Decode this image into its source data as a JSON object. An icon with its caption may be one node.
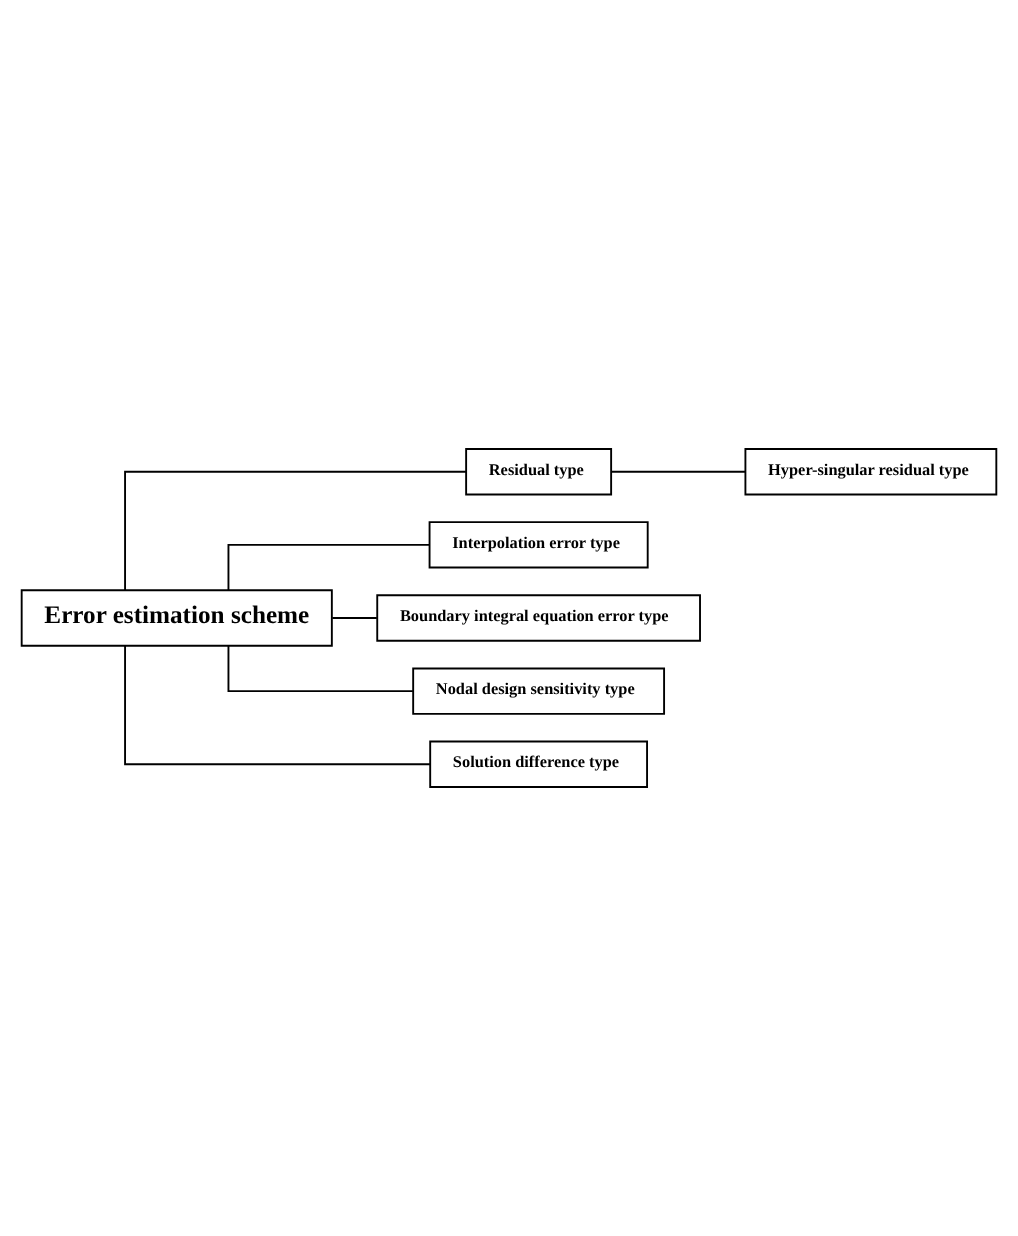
{
  "diagram": {
    "nodes": [
      {
        "text": [
          "Error estimation scheme"
        ]
      },
      {
        "text": [
          "Residual type"
        ]
      },
      {
        "text": [
          "Hyper-singular residual type"
        ]
      },
      {
        "text": [
          "Interpolation error type"
        ]
      },
      {
        "text": [
          "Boundary integral equation error type"
        ]
      },
      {
        "text": [
          "Nodal design sensitivity type"
        ]
      },
      {
        "text": [
          "Solution difference type"
        ]
      }
    ],
    "edges": [
      {
        "from": 0,
        "to": 1,
        "arrow": "none"
      },
      {
        "from": 1,
        "to": 2,
        "arrow": "none"
      },
      {
        "from": 0,
        "to": 3,
        "arrow": "none"
      },
      {
        "from": 0,
        "to": 4,
        "arrow": "none"
      },
      {
        "from": 0,
        "to": 5,
        "arrow": "none"
      },
      {
        "from": 0,
        "to": 6,
        "arrow": "none"
      }
    ]
  }
}
